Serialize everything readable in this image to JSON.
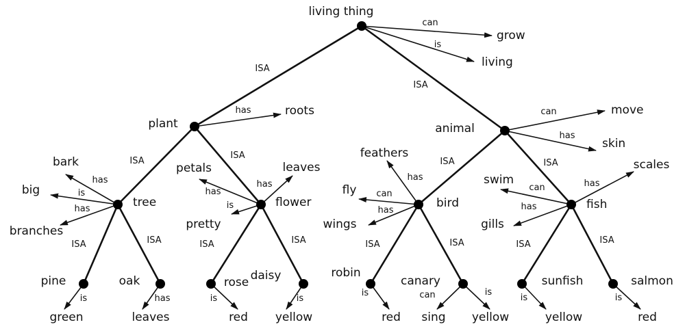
{
  "nodes": {
    "living_thing": "living thing",
    "plant": "plant",
    "animal": "animal",
    "tree": "tree",
    "flower": "flower",
    "bird": "bird",
    "fish": "fish",
    "pine": "pine",
    "oak": "oak",
    "rose": "rose",
    "daisy": "daisy",
    "robin": "robin",
    "canary": "canary",
    "sunfish": "sunfish",
    "salmon": "salmon"
  },
  "attributes": {
    "grow": "grow",
    "living": "living",
    "roots": "roots",
    "move": "move",
    "skin": "skin",
    "bark": "bark",
    "big": "big",
    "branches": "branches",
    "petals": "petals",
    "pretty": "pretty",
    "leaves_flower": "leaves",
    "feathers": "feathers",
    "fly": "fly",
    "wings": "wings",
    "swim": "swim",
    "gills": "gills",
    "scales": "scales",
    "pine_green": "green",
    "oak_leaves": "leaves",
    "rose_red": "red",
    "daisy_yellow": "yellow",
    "robin_red": "red",
    "canary_sing": "sing",
    "canary_yellow": "yellow",
    "sunfish_yellow": "yellow",
    "salmon_red": "red"
  },
  "relations": {
    "living_plant": "ISA",
    "living_animal": "ISA",
    "living_grow": "can",
    "living_living": "is",
    "plant_tree": "ISA",
    "plant_flower": "ISA",
    "plant_roots": "has",
    "animal_bird": "ISA",
    "animal_fish": "ISA",
    "animal_move": "can",
    "animal_skin": "has",
    "tree_bark": "has",
    "tree_big": "is",
    "tree_branches": "has",
    "tree_pine": "ISA",
    "tree_oak": "ISA",
    "flower_petals": "has",
    "flower_pretty": "is",
    "flower_leaves": "has",
    "flower_rose": "ISA",
    "flower_daisy": "ISA",
    "bird_feathers": "has",
    "bird_fly": "can",
    "bird_wings": "has",
    "bird_robin": "ISA",
    "bird_canary": "ISA",
    "fish_swim": "can",
    "fish_gills": "has",
    "fish_scales": "has",
    "fish_sunfish": "ISA",
    "fish_salmon": "ISA",
    "pine_green": "is",
    "oak_leaves": "has",
    "rose_red": "is",
    "daisy_yellow": "is",
    "robin_red": "is",
    "canary_sing": "can",
    "canary_yellow": "is",
    "sunfish_yellow": "is",
    "salmon_red": "is"
  }
}
